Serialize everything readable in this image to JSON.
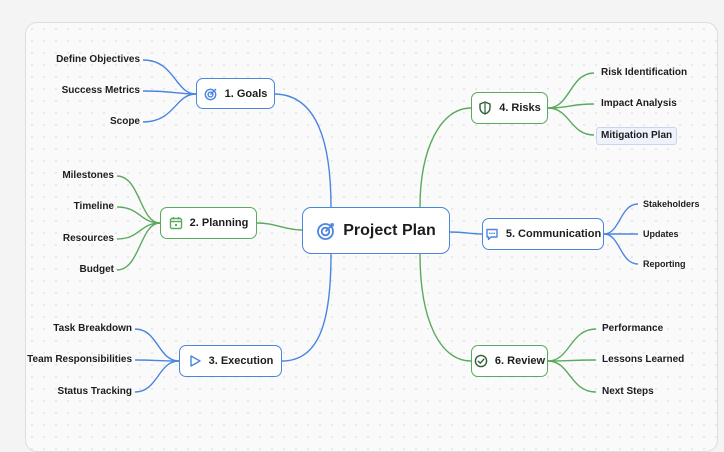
{
  "colors": {
    "blue": "#4a86e0",
    "green": "#5aaa5e"
  },
  "center": {
    "label": "Project Plan",
    "icon": "target-icon"
  },
  "branches": [
    {
      "label": "1. Goals",
      "icon": "target-icon",
      "color": "blue",
      "leaves": [
        "Define Objectives",
        "Success Metrics",
        "Scope"
      ]
    },
    {
      "label": "2. Planning",
      "icon": "calendar-icon",
      "color": "green",
      "leaves": [
        "Milestones",
        "Timeline",
        "Resources",
        "Budget"
      ]
    },
    {
      "label": "3. Execution",
      "icon": "play-icon",
      "color": "blue",
      "leaves": [
        "Task Breakdown",
        "Team Responsibilities",
        "Status Tracking"
      ]
    },
    {
      "label": "4. Risks",
      "icon": "shield-icon",
      "color": "green",
      "leaves": [
        "Risk Identification",
        "Impact Analysis",
        "Mitigation Plan"
      ]
    },
    {
      "label": "5. Communication",
      "icon": "chat-icon",
      "color": "blue",
      "leaves": [
        "Stakeholders",
        "Updates",
        "Reporting"
      ]
    },
    {
      "label": "6. Review",
      "icon": "check-circle-icon",
      "color": "green",
      "leaves": [
        "Performance",
        "Lessons Learned",
        "Next Steps"
      ]
    }
  ]
}
